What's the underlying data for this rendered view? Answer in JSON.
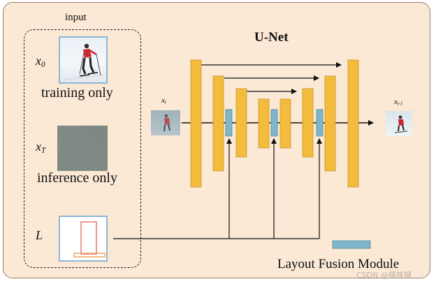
{
  "diagram": {
    "title": "U-Net",
    "input_group_label": "input",
    "inputs": [
      {
        "symbol": "x",
        "subscript": "0",
        "caption": "training only"
      },
      {
        "symbol": "x",
        "subscript": "T",
        "caption": "inference only"
      },
      {
        "symbol": "L",
        "subscript": "",
        "caption": ""
      }
    ],
    "current_state": {
      "symbol": "x",
      "subscript": "t"
    },
    "output_state": {
      "symbol": "x",
      "subscript": "t-1"
    },
    "layout_fusion_module_label": "Layout Fusion Module",
    "watermark": "CSDN @薛铁钢"
  },
  "colors": {
    "panel_background": "#fbe8d5",
    "panel_border": "#9a7f6b",
    "encoder_block": "#f4bc3c",
    "fusion_block": "#7fb6c9",
    "layout_box": "#e88a8a",
    "image_border": "#8fb6d9"
  }
}
